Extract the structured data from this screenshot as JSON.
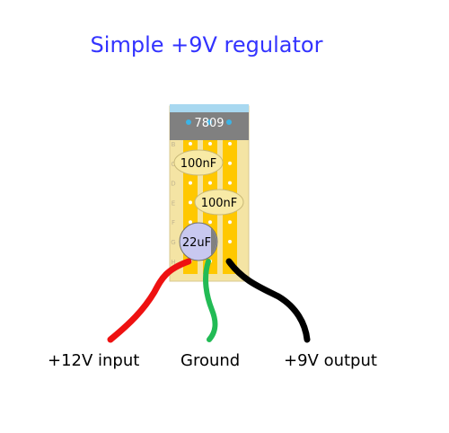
{
  "title": "Simple +9V regulator",
  "regulator": {
    "label": "7809",
    "body_color": "#808080",
    "tab_color": "#a8d8f0"
  },
  "board": {
    "color": "#f4e4a4",
    "strip_color": "#ffc800",
    "row_letters": [
      "B",
      "C",
      "D",
      "E",
      "F",
      "G",
      "H"
    ]
  },
  "components": {
    "cap1": "100nF",
    "cap2": "100nF",
    "cap3": "22uF"
  },
  "wires": [
    {
      "id": "input",
      "color": "#ee1111",
      "label": "+12V input"
    },
    {
      "id": "ground",
      "color": "#22bb55",
      "label": "Ground"
    },
    {
      "id": "output",
      "color": "#000000",
      "label": "+9V output"
    }
  ]
}
